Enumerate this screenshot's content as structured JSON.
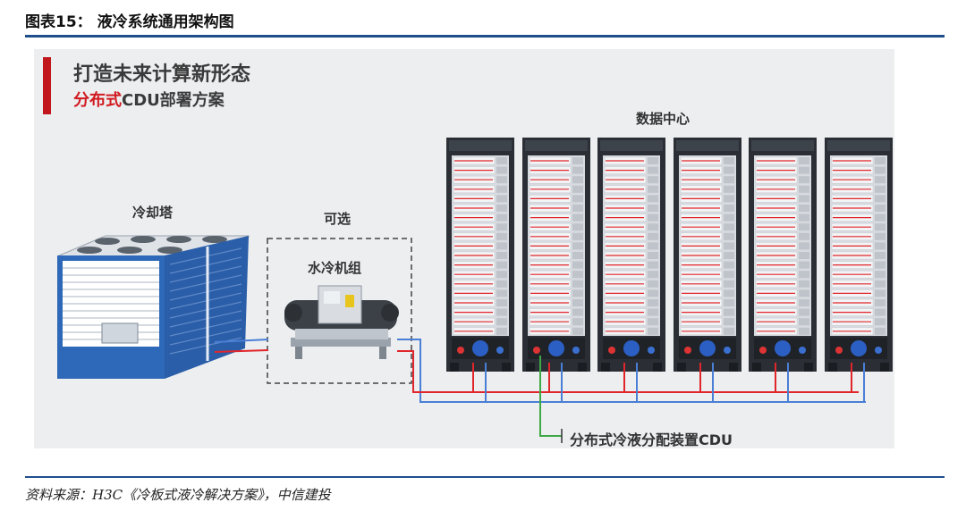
{
  "header": {
    "title": "图表15：  液冷系统通用架构图"
  },
  "heading": {
    "main": "打造未来计算新形态",
    "sub_accent": "分布式",
    "sub_rest": "CDU部署方案"
  },
  "labels": {
    "cooling_tower": "冷却塔",
    "optional": "可选",
    "chiller": "水冷机组",
    "datacenter": "数据中心",
    "cdu": "分布式冷液分配装置CDU"
  },
  "rack_count": 6,
  "colors": {
    "hot_line": "#e0262b",
    "cold_line": "#4a7fd6",
    "cdu_line": "#3ea845",
    "accent": "#d11a1f",
    "rule": "#1f4e8c"
  },
  "source": "资料来源：H3C《冷板式液冷解决方案》，中信建投"
}
